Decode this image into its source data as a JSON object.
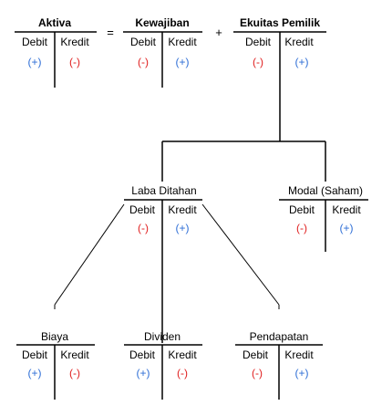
{
  "colors": {
    "plus": "#2e6ed6",
    "minus": "#e02020",
    "line": "#000000"
  },
  "equation": {
    "equals": "=",
    "plus": "+"
  },
  "accounts": {
    "aktiva": {
      "title": "Aktiva",
      "debit": "Debit",
      "kredit": "Kredit",
      "debit_sign": "(+)",
      "kredit_sign": "(-)"
    },
    "kewajiban": {
      "title": "Kewajiban",
      "debit": "Debit",
      "kredit": "Kredit",
      "debit_sign": "(-)",
      "kredit_sign": "(+)"
    },
    "ekuitas": {
      "title": "Ekuitas Pemilik",
      "debit": "Debit",
      "kredit": "Kredit",
      "debit_sign": "(-)",
      "kredit_sign": "(+)"
    },
    "laba": {
      "title": "Laba Ditahan",
      "debit": "Debit",
      "kredit": "Kredit",
      "debit_sign": "(-)",
      "kredit_sign": "(+)"
    },
    "modal": {
      "title": "Modal (Saham)",
      "debit": "Debit",
      "kredit": "Kredit",
      "debit_sign": "(-)",
      "kredit_sign": "(+)"
    },
    "biaya": {
      "title": "Biaya",
      "debit": "Debit",
      "kredit": "Kredit",
      "debit_sign": "(+)",
      "kredit_sign": "(-)"
    },
    "dividen": {
      "title": "Dividen",
      "debit": "Debit",
      "kredit": "Kredit",
      "debit_sign": "(+)",
      "kredit_sign": "(-)"
    },
    "pendapatan": {
      "title": "Pendapatan",
      "debit": "Debit",
      "kredit": "Kredit",
      "debit_sign": "(-)",
      "kredit_sign": "(+)"
    }
  }
}
